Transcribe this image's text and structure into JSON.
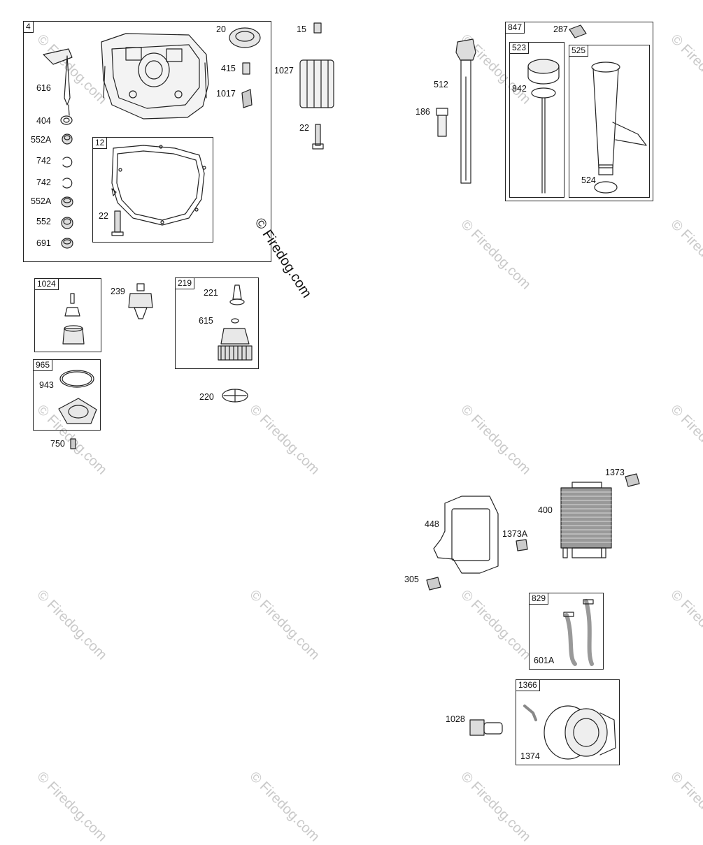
{
  "watermark": "© Firedog.com",
  "watermark_main": "© Firedog.com",
  "boxes": {
    "b4": "4",
    "b12": "12",
    "b1024": "1024",
    "b219": "219",
    "b965": "965",
    "b847": "847",
    "b523": "523",
    "b525": "525",
    "b829": "829",
    "b1366": "1366"
  },
  "parts": {
    "p20": "20",
    "p15": "15",
    "p415": "415",
    "p1027": "1027",
    "p1017": "1017",
    "p22a": "22",
    "p616": "616",
    "p404": "404",
    "p552A_1": "552A",
    "p742_1": "742",
    "p742_2": "742",
    "p552A_2": "552A",
    "p552": "552",
    "p691": "691",
    "p22b": "22",
    "p239": "239",
    "p221": "221",
    "p615": "615",
    "p220": "220",
    "p943": "943",
    "p750": "750",
    "p512": "512",
    "p186": "186",
    "p287": "287",
    "p842": "842",
    "p524": "524",
    "p1373": "1373",
    "p400": "400",
    "p448": "448",
    "p1373A": "1373A",
    "p305": "305",
    "p601A": "601A",
    "p1028": "1028",
    "p1374": "1374"
  }
}
